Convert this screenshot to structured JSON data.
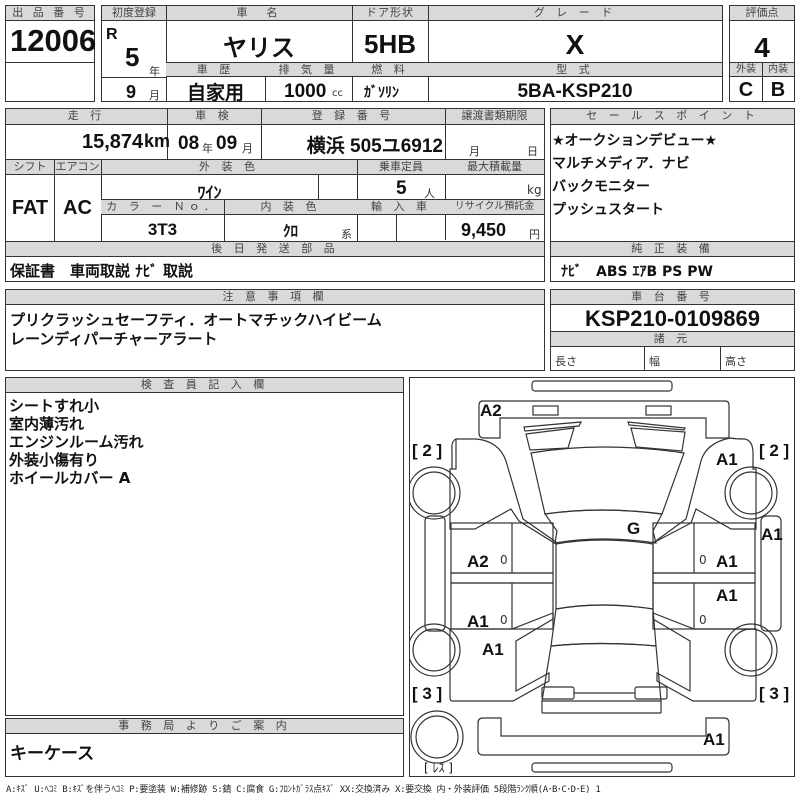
{
  "lot": {
    "label": "出 品 番 号",
    "number": "12006"
  },
  "first_reg": {
    "label": "初度登録",
    "era": "R",
    "year": "5",
    "year_unit": "年",
    "month": "9",
    "month_unit": "月"
  },
  "car_name": {
    "label": "車　名",
    "value": "ヤリス"
  },
  "door": {
    "label": "ドア形状",
    "value": "5HB"
  },
  "grade": {
    "label": "グ レ ー ド",
    "value": "X"
  },
  "score": {
    "label": "評価点",
    "value": "4",
    "ext_label": "外装",
    "int_label": "内装",
    "ext_value": "C",
    "int_value": "B"
  },
  "history": {
    "label": "車 歴",
    "value": "自家用"
  },
  "displacement": {
    "label": "排 気 量",
    "value": "1000",
    "unit": "cc"
  },
  "fuel": {
    "label": "燃 料",
    "value": "ｶﾞｿﾘﾝ"
  },
  "model": {
    "label": "型 式",
    "value": "5BA-KSP210"
  },
  "mileage": {
    "label": "走 行",
    "value": "15,874",
    "unit": "km"
  },
  "inspection": {
    "label": "車 検",
    "year": "08",
    "year_unit": "年",
    "month": "09",
    "month_unit": "月"
  },
  "plate": {
    "label": "登 録 番 号",
    "value": "横浜 505ユ6912"
  },
  "transfer_deadline": {
    "label": "譲渡書類期限",
    "month_unit": "月",
    "day_unit": "日"
  },
  "shift": {
    "label": "シフト",
    "value": "FAT"
  },
  "aircon": {
    "label": "エアコン",
    "value": "AC"
  },
  "ext_color": {
    "label": "外 装 色",
    "value": "ﾜｲﾝ"
  },
  "capacity": {
    "label": "乗車定員",
    "value": "5",
    "unit": "人"
  },
  "max_load": {
    "label": "最大積載量",
    "unit": "kg"
  },
  "color_no": {
    "label": "カ ラ ー Ｎｏ．",
    "value": "3T3"
  },
  "int_color": {
    "label": "内 装 色",
    "value": "ｸﾛ",
    "suffix": "系"
  },
  "import": {
    "label": "輸 入 車"
  },
  "recycle": {
    "label": "リサイクル預託金",
    "value": "9,450",
    "unit": "円"
  },
  "later_parts": {
    "label": "後 日 発 送 部 品",
    "value": "保証書　車両取説 ﾅﾋﾞ 取説"
  },
  "sales_points": {
    "label": "セ ー ル ス ポ イ ン ト",
    "items": [
      "★オークションデビュー★",
      "マルチメディア．ナビ",
      "バックモニター",
      "プッシュスタート"
    ]
  },
  "equipment": {
    "label": "純 正 装 備",
    "value": "ﾅﾋﾞ　ABS ｴｱB PS PW"
  },
  "notes": {
    "label": "注 意 事 項 欄",
    "lines": [
      "プリクラッシュセーフティ．オートマチックハイビーム",
      "レーンディパーチャーアラート"
    ]
  },
  "chassis": {
    "label": "車 台 番 号",
    "value": "KSP210-0109869"
  },
  "specs": {
    "label": "諸 元",
    "length": "長さ",
    "width": "幅",
    "height": "高さ"
  },
  "inspector": {
    "label": "検 査 員 記 入 欄",
    "lines": [
      "シートすれ小",
      "室内薄汚れ",
      "エンジンルーム汚れ",
      "外装小傷有り",
      "ホイールカバー A"
    ]
  },
  "office": {
    "label": "事 務 局 よ り ご 案 内",
    "value": "キーケース"
  },
  "diagram": {
    "marks": {
      "front_bumper": "A2",
      "fender_fr": "A1",
      "windshield": "G",
      "door_fl": "A2",
      "door_fr": "A1",
      "pillar_r": "A1",
      "door_rl": "A1",
      "door_rr": "A1",
      "quarter_l": "A1",
      "rear_bumper": "A1"
    },
    "tires": {
      "fl": "[ 2 ]",
      "fr": "[ 2 ]",
      "rl": "[ 3 ]",
      "rr": "[ 3 ]",
      "spare": "[ ﾚｽ ]"
    },
    "zeros": [
      "0",
      "0",
      "0",
      "0"
    ]
  },
  "legend": "A:ｷｽﾞ  U:ﾍｺﾐ  B:ｷｽﾞを伴うﾍｺﾐ  P:要塗装  W:補修跡  S:錆  C:腐食  G:ﾌﾛﾝﾄｶﾞﾗｽ点ｷｽﾞ  XX:交換済み  X:要交換   内・外装評価  5段階ﾗﾝｸ順(A･B･C･D･E) 1"
}
